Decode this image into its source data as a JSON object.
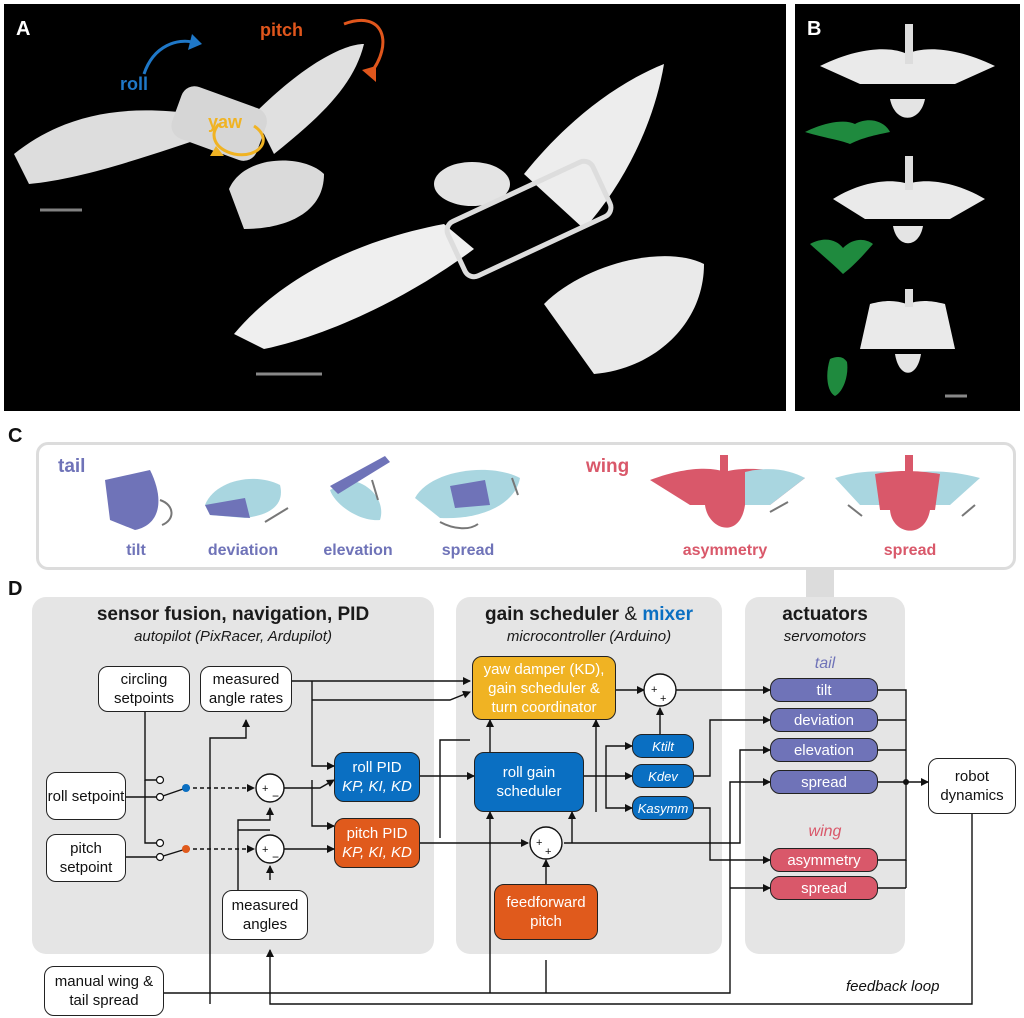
{
  "panels": {
    "a": "A",
    "b": "B",
    "c": "C",
    "d": "D"
  },
  "photo_a": {
    "roll": "roll",
    "pitch": "pitch",
    "yaw": "yaw"
  },
  "panel_c": {
    "tail_heading": "tail",
    "wing_heading": "wing",
    "tail_items": [
      "tilt",
      "deviation",
      "elevation",
      "spread"
    ],
    "wing_items": [
      "asymmetry",
      "spread"
    ]
  },
  "groups": {
    "autopilot": {
      "title": "sensor fusion, navigation, PID",
      "subtitle": "autopilot (PixRacer, Ardupilot)"
    },
    "mixer": {
      "title_a": "gain scheduler",
      "title_amp": " & ",
      "title_b": "mixer",
      "subtitle": "microcontroller (Arduino)"
    },
    "actuators": {
      "title": "actuators",
      "subtitle": "servomotors",
      "tail_label": "tail",
      "wing_label": "wing"
    }
  },
  "nodes": {
    "circling": "circling setpoints",
    "rates": "measured angle rates",
    "roll_sp": "roll setpoint",
    "pitch_sp": "pitch setpoint",
    "angles": "measured angles",
    "manual": "manual wing & tail spread",
    "roll_pid_a": "roll PID",
    "roll_pid_b": "KP, KI, KD",
    "pitch_pid_a": "pitch PID",
    "pitch_pid_b": "KP, KI, KD",
    "yaw_damper": "yaw damper (KD), gain scheduler & turn coordinator",
    "roll_gain": "roll gain scheduler",
    "k_tilt": "Ktilt",
    "k_dev": "Kdev",
    "k_asymm": "Kasymm",
    "ff_pitch": "feedforward pitch",
    "act_tilt": "tilt",
    "act_dev": "deviation",
    "act_elev": "elevation",
    "act_spread_tail": "spread",
    "act_asym": "asymmetry",
    "act_spread_wing": "spread",
    "robot": "robot dynamics",
    "feedback": "feedback loop"
  },
  "colors": {
    "tail": "#6f73b8",
    "wing": "#d9586a",
    "blue": "#0a6fc2",
    "orange": "#e05a1c",
    "yellow": "#f0b323",
    "panel_bg": "#e5e5e5",
    "light_blue": "#a9d6e0",
    "green": "#1f8a3e"
  }
}
